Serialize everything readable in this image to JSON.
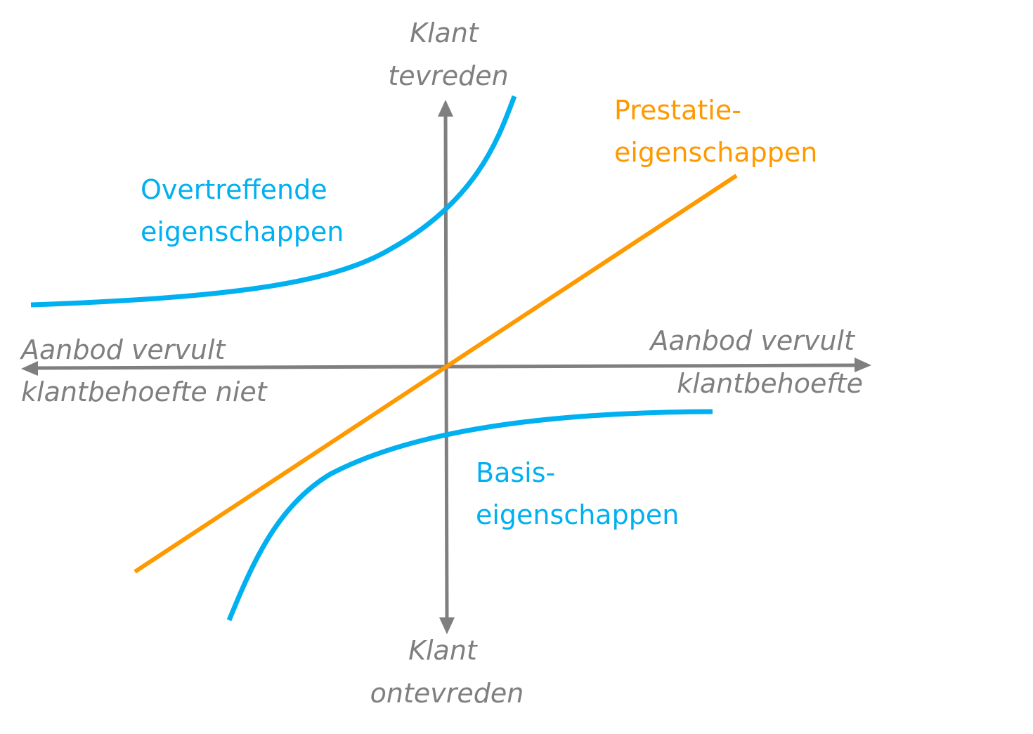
{
  "axes": {
    "top": {
      "line1": "Klant",
      "line2": "tevreden"
    },
    "bottom": {
      "line1": "Klant",
      "line2": "ontevreden"
    },
    "left": {
      "line1": "Aanbod vervult",
      "line2": "klantbehoefte niet"
    },
    "right": {
      "line1": "Aanbod vervult",
      "line2": "klantbehoefte"
    }
  },
  "curves": {
    "excitement": {
      "line1": "Overtreffende",
      "line2": "eigenschappen",
      "color": "#00b0f0"
    },
    "performance": {
      "line1": "Prestatie-",
      "line2": "eigenschappen",
      "color": "#ff9900"
    },
    "basic": {
      "line1": "Basis-",
      "line2": "eigenschappen",
      "color": "#00b0f0"
    }
  },
  "axis_color": "#7f7f7f"
}
